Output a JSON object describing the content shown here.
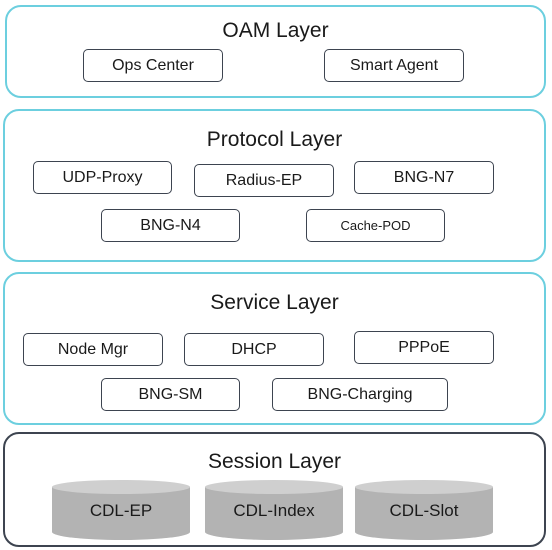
{
  "colors": {
    "teal_border": "#6ccfdf",
    "dark_border": "#3d4450",
    "cylinder_fill": "#b3b3b3",
    "cylinder_top": "#cfcfcf"
  },
  "oam": {
    "title": "OAM Layer",
    "items": [
      "Ops Center",
      "Smart Agent"
    ]
  },
  "protocol": {
    "title": "Protocol Layer",
    "items": [
      "UDP-Proxy",
      "Radius-EP",
      "BNG-N7",
      "BNG-N4",
      "Cache-POD"
    ]
  },
  "service": {
    "title": "Service Layer",
    "items": [
      "Node Mgr",
      "DHCP",
      "PPPoE",
      "BNG-SM",
      "BNG-Charging"
    ]
  },
  "session": {
    "title": "Session Layer",
    "items": [
      "CDL-EP",
      "CDL-Index",
      "CDL-Slot"
    ]
  }
}
